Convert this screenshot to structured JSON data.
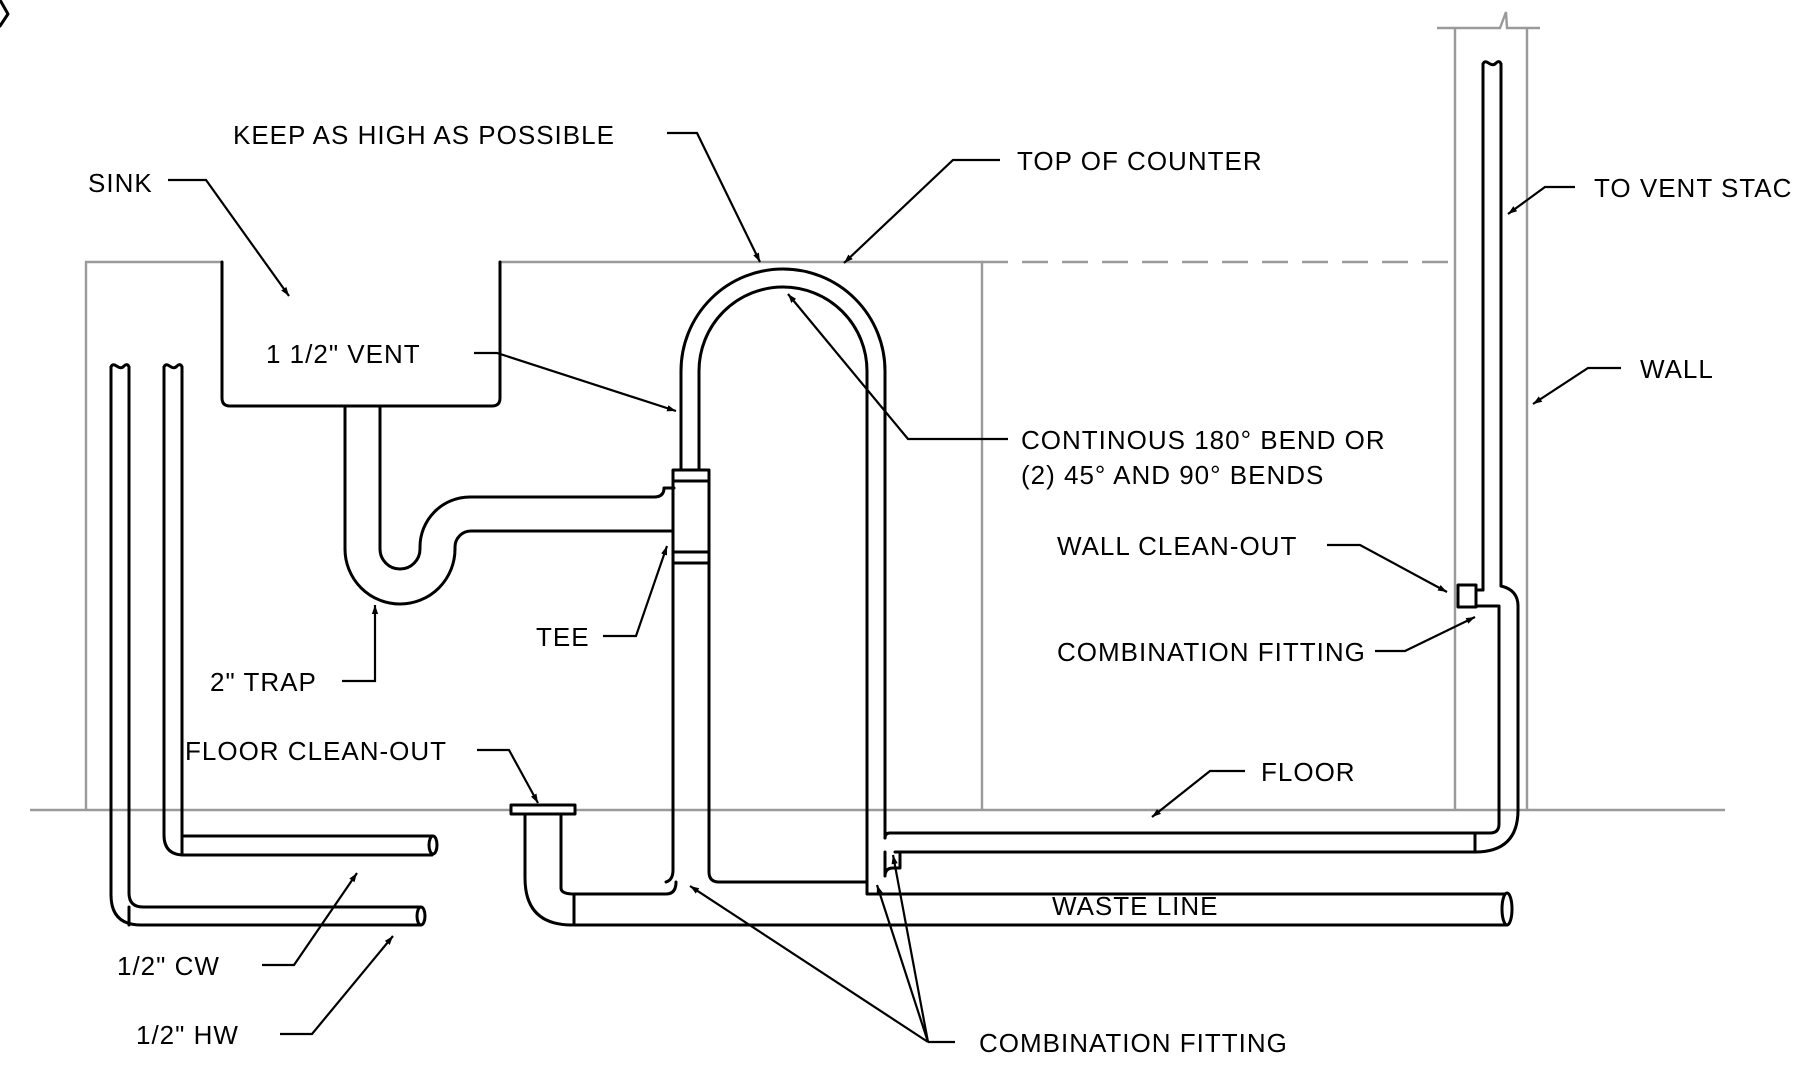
{
  "labels": {
    "sink": "SINK",
    "keep_high": "KEEP AS HIGH AS POSSIBLE",
    "top_of_counter": "TOP OF COUNTER",
    "to_vent_stack": "TO VENT STAC",
    "vent": "1 1/2\" VENT",
    "wall": "WALL",
    "continous_bend_1": "CONTINOUS 180° BEND OR",
    "continous_bend_2": "(2) 45° AND 90° BENDS",
    "wall_cleanout": "WALL CLEAN-OUT",
    "combination_fitting_wall": "COMBINATION FITTING",
    "tee": "TEE",
    "trap": "2\" TRAP",
    "floor_cleanout": "FLOOR CLEAN-OUT",
    "floor": "FLOOR",
    "waste_line": "WASTE LINE",
    "cw": "1/2\" CW",
    "hw": "1/2\" HW",
    "combination_fitting_bottom": "COMBINATION FITTING"
  }
}
